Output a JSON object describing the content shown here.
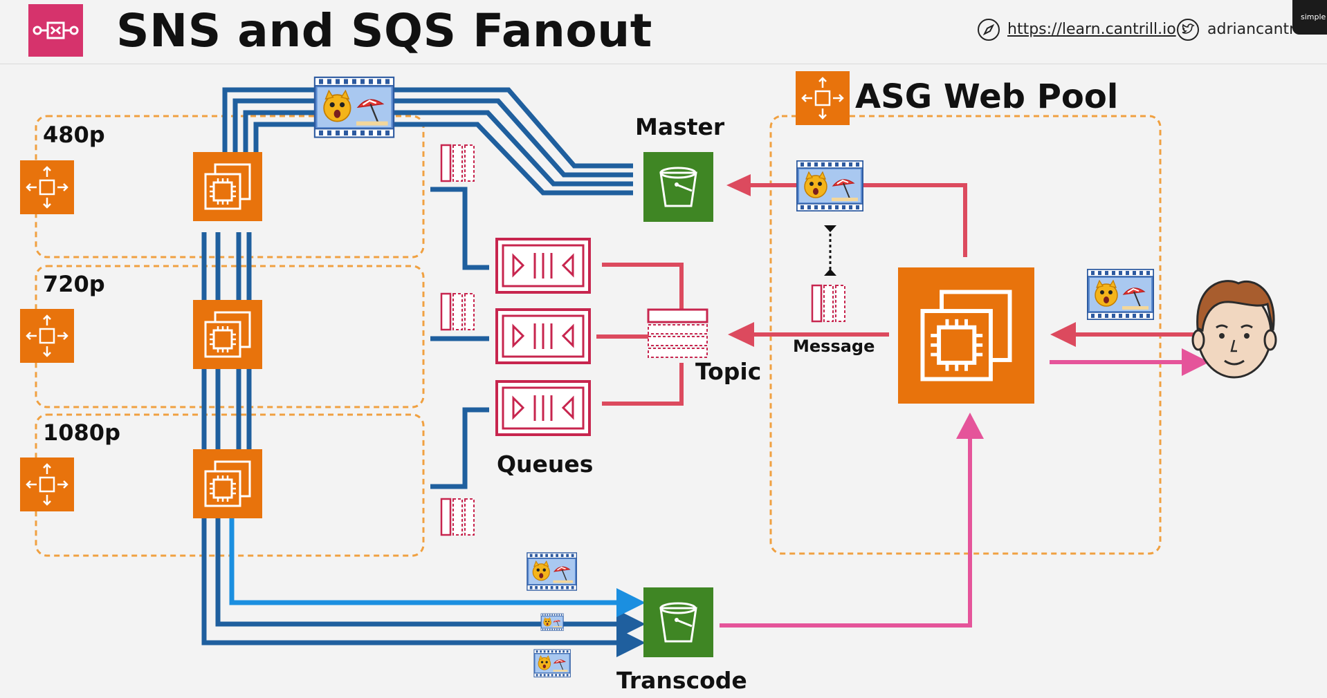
{
  "header": {
    "title": "SNS and SQS Fanout",
    "url": "https://learn.cantrill.io",
    "handle": "adriancantrill",
    "corner_badge": "simple"
  },
  "icons": {
    "header_logo": "sns-sqs-icon",
    "link_icon": "compass-icon",
    "social_icon": "twitter-icon"
  },
  "labels": {
    "p480": "480p",
    "p720": "720p",
    "p1080": "1080p",
    "master": "Master",
    "asg_web_pool": "ASG Web Pool",
    "queues": "Queues",
    "topic": "Topic",
    "message": "Message",
    "transcode": "Transcode"
  },
  "colors": {
    "orange": "#e8730c",
    "green": "#3f8624",
    "sqs_pink": "#c7254e",
    "blue_dark": "#1f5f9e",
    "blue_light": "#1b8fe0",
    "red_arrow": "#dc4a5e",
    "magenta_arrow": "#e5549a",
    "dashed_orange": "#f0a040"
  }
}
